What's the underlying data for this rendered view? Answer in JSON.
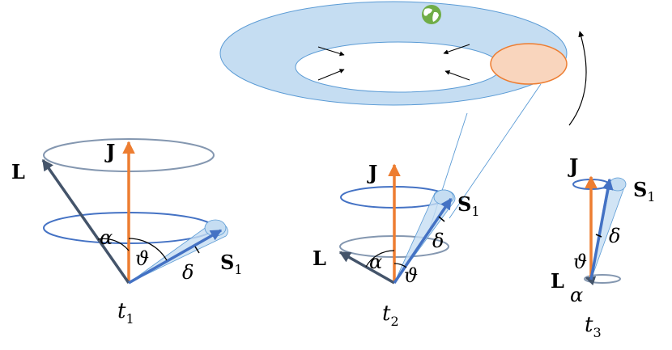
{
  "colors": {
    "orange": "#ED7D31",
    "blue": "#4472C4",
    "dark": "#44546A",
    "gray": "#8497B0",
    "ring_fill": "#C5DDF2",
    "ring_stroke": "#5B9BD5",
    "blob_fill": "#F9D5BD",
    "globe": "#70AD47"
  },
  "icons": {
    "globe": "globe-icon"
  },
  "labels": {
    "J": "J",
    "L": "L",
    "S": "S",
    "sub1": "1",
    "alpha": "α",
    "theta": "ϑ",
    "delta": "δ",
    "t": "t",
    "t1_sub": "1",
    "t2_sub": "2",
    "t3_sub": "3"
  }
}
